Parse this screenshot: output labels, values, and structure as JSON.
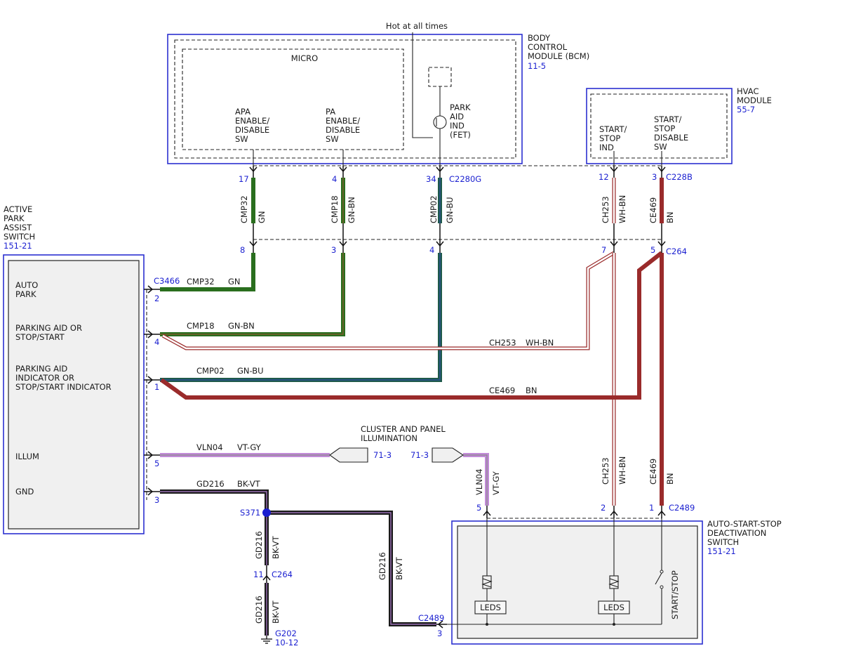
{
  "modules": {
    "bcm": {
      "name": "BODY\nCONTROL\nMODULE (BCM)",
      "ref": "11-5",
      "micro": "MICRO",
      "hot": "Hot at all times",
      "pins": {
        "apa": "APA\nENABLE/\nDISABLE\nSW",
        "pa": "PA\nENABLE/\nDISABLE\nSW",
        "park_aid": "PARK\nAID\nIND\n(FET)"
      }
    },
    "hvac": {
      "name": "HVAC\nMODULE",
      "ref": "55-7",
      "pins": {
        "ind": "START/\nSTOP\nIND",
        "sw": "START/\nSTOP\nDISABLE\nSW"
      }
    },
    "apas": {
      "name": "ACTIVE\nPARK\nASSIST\nSWITCH",
      "ref": "151-21",
      "pins": {
        "auto_park": "AUTO\nPARK",
        "parking_aid": "PARKING AID OR\nSTOP/START",
        "indicator": "PARKING AID\nINDICATOR OR\nSTOP/START INDICATOR",
        "illum": "ILLUM",
        "gnd": "GND"
      }
    },
    "asds": {
      "name": "AUTO-START-STOP\nDEACTIVATION\nSWITCH",
      "ref": "151-21",
      "leds": "LEDS",
      "switch": "START/STOP"
    }
  },
  "connectors": {
    "c2280g": "C2280G",
    "c228b": "C228B",
    "c264": "C264",
    "c3466": "C3466",
    "c2489": "C2489"
  },
  "pin_numbers": {
    "bcm1": "17",
    "bcm2": "4",
    "bcm3": "34",
    "hv1": "12",
    "hv2": "3",
    "mid1": "8",
    "mid2": "3",
    "mid3": "4",
    "mid4": "7",
    "mid5": "5",
    "ap1": "2",
    "ap2": "4",
    "ap3": "1",
    "ap4": "5",
    "ap5": "3",
    "as1": "5",
    "as2": "2",
    "as3": "1",
    "as_gnd": "3",
    "c264_gnd": "11"
  },
  "wires": {
    "cmp32": {
      "circuit": "CMP32",
      "color": "GN"
    },
    "cmp18": {
      "circuit": "CMP18",
      "color": "GN-BN"
    },
    "cmp02": {
      "circuit": "CMP02",
      "color": "GN-BU"
    },
    "ch253": {
      "circuit": "CH253",
      "color": "WH-BN"
    },
    "ce469": {
      "circuit": "CE469",
      "color": "BN"
    },
    "vln04": {
      "circuit": "VLN04",
      "color": "VT-GY"
    },
    "gd216": {
      "circuit": "GD216",
      "color": "BK-VT"
    }
  },
  "splice": "S371",
  "ground": {
    "name": "G202",
    "ref": "10-12"
  },
  "illumination": {
    "title": "CLUSTER AND PANEL\nILLUMINATION",
    "ref_left": "71-3",
    "ref_right": "71-3"
  },
  "colors": {
    "green": "#2a6e1e",
    "dark_green": "#1f5a1a",
    "teal": "#1f5a4a",
    "brown": "#9a2b2b",
    "violet": "#c28bd8",
    "black": "#1a1a1a",
    "blue": "#1a1fd0"
  }
}
